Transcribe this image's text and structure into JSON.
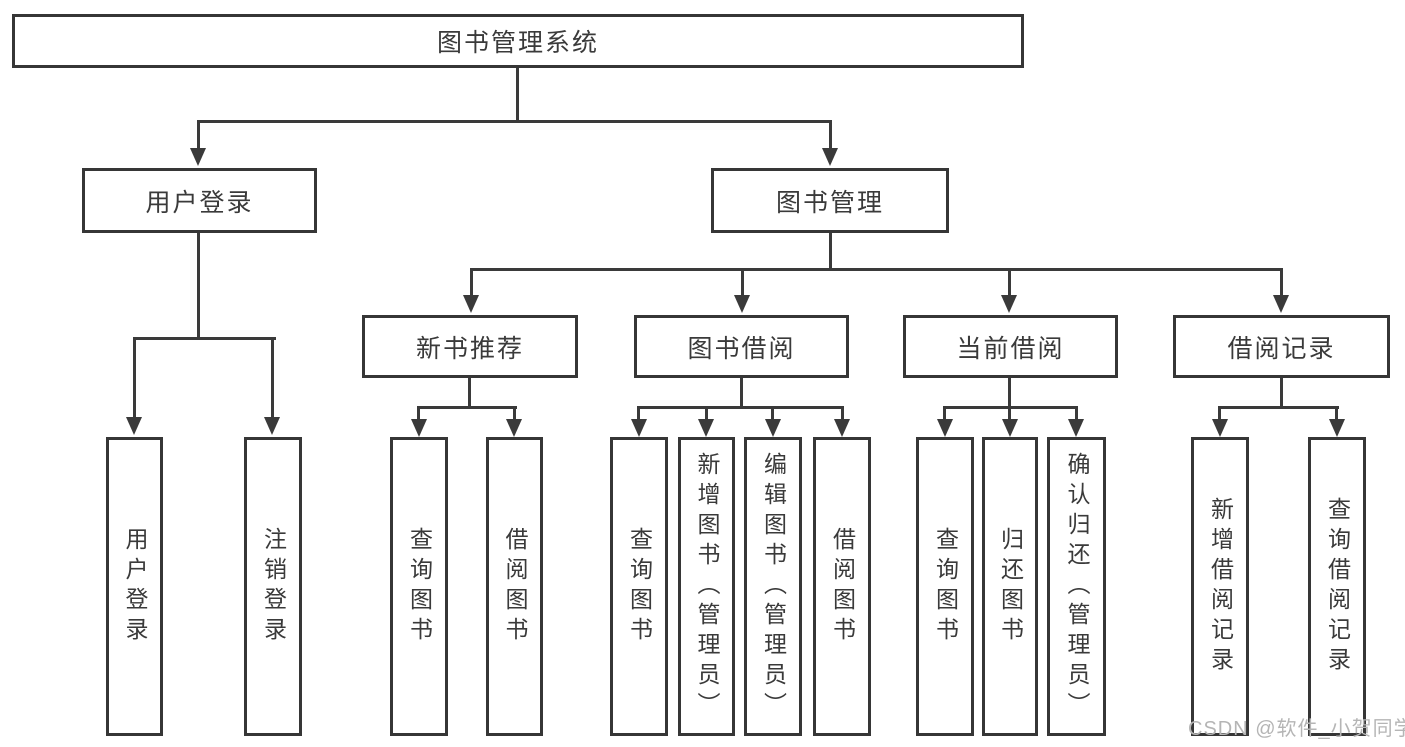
{
  "diagram": {
    "title": "图书管理系统",
    "colors": {
      "line": "#3a3a3a",
      "text": "#3a3a3a",
      "box_background": "#ffffff",
      "watermark": "#b5b5b5",
      "page_background": "#ffffff"
    },
    "tree": {
      "label": "图书管理系统",
      "children": [
        {
          "label": "用户登录",
          "children": [
            {
              "label": "用户登录"
            },
            {
              "label": "注销登录"
            }
          ]
        },
        {
          "label": "图书管理",
          "children": [
            {
              "label": "新书推荐",
              "children": [
                {
                  "label": "查询图书"
                },
                {
                  "label": "借阅图书"
                }
              ]
            },
            {
              "label": "图书借阅",
              "children": [
                {
                  "label": "查询图书"
                },
                {
                  "label": "新增图书（管理员）"
                },
                {
                  "label": "编辑图书（管理员）"
                },
                {
                  "label": "借阅图书"
                }
              ]
            },
            {
              "label": "当前借阅",
              "children": [
                {
                  "label": "查询图书"
                },
                {
                  "label": "归还图书"
                },
                {
                  "label": "确认归还（管理员）"
                }
              ]
            },
            {
              "label": "借阅记录",
              "children": [
                {
                  "label": "新增借阅记录"
                },
                {
                  "label": "查询借阅记录"
                }
              ]
            }
          ]
        }
      ]
    },
    "watermark": {
      "text": "CSDN @软件_小贺同学"
    }
  }
}
